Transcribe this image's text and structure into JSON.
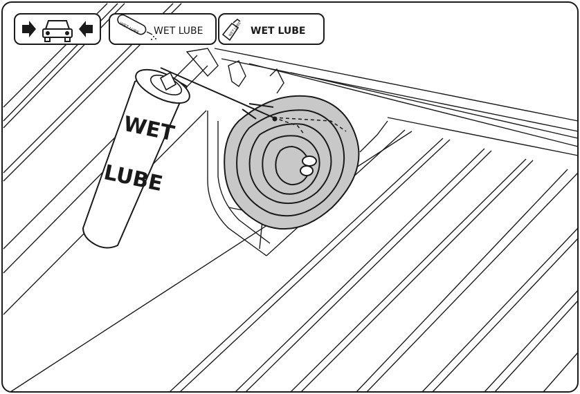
{
  "legend": {
    "spray_label": "WET LUBE",
    "bottle_label": "WET LUBE",
    "spray_can_mini_text": "WET LUBE",
    "bottle_mini_text": "WET LUBE"
  },
  "can": {
    "line1": "WET",
    "line2": "LUBE"
  },
  "colors": {
    "ink": "#1a1a1a",
    "spring_fill": "#c8c8c8",
    "background": "#ffffff"
  },
  "icons": [
    "push-inward-icon",
    "truck-front-icon",
    "spray-can-icon",
    "lube-bottle-icon"
  ]
}
